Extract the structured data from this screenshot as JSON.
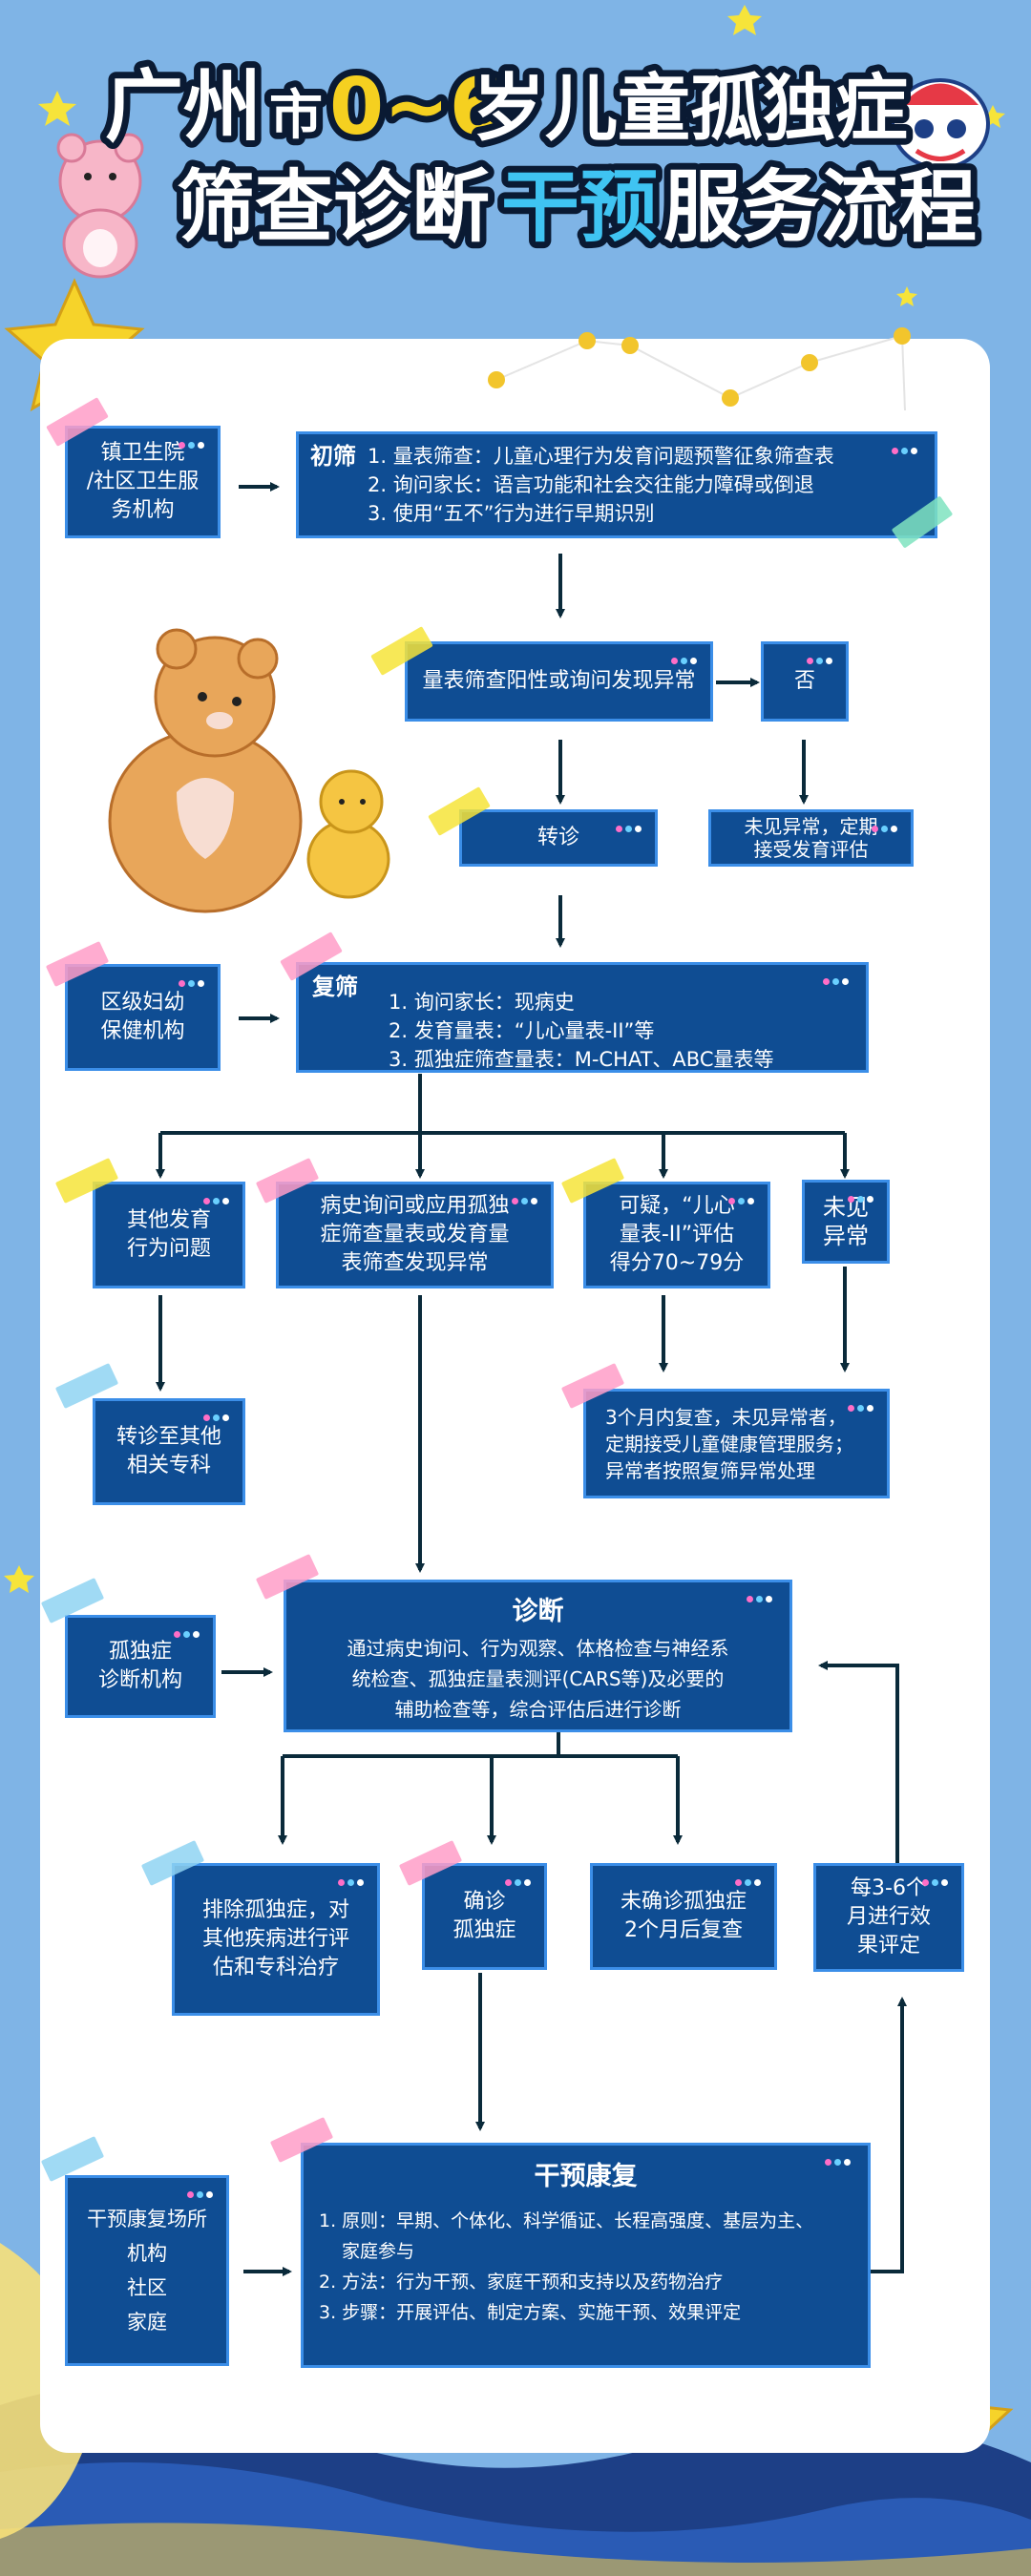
{
  "title": {
    "line1": [
      "广州",
      "市",
      "0~6",
      "岁儿童孤独症"
    ],
    "line2": [
      "筛查诊断",
      "干预",
      "服务流程"
    ]
  },
  "colors": {
    "box": "#0f4d93",
    "border": "#3b8ee8",
    "arrow": "#0a2a3a",
    "title_yellow": "#f5d020",
    "title_cyan": "#3fc4f2",
    "background": "#7fb4e6"
  },
  "stages": {
    "screen1": {
      "org": [
        "镇卫生院",
        "/社区卫生服",
        "务机构"
      ],
      "label": "初筛",
      "items": [
        "1. 量表筛查：儿童心理行为发育问题预警征象筛查表",
        "2. 询问家长：语言功能和社会交往能力障碍或倒退",
        "3. 使用“五不”行为进行早期识别"
      ]
    },
    "decision1": {
      "positive": "量表筛查阳性或询问发现异常",
      "no": "否",
      "refer": "转诊",
      "normal": [
        "未见异常，定期",
        "接受发育评估"
      ]
    },
    "screen2": {
      "org": [
        "区级妇幼",
        "保健机构"
      ],
      "label": "复筛",
      "items": [
        "1. 询问家长：现病史",
        "2. 发育量表：“儿心量表-II”等",
        "3. 孤独症筛查量表：M-CHAT、ABC量表等"
      ]
    },
    "branch2": {
      "other": [
        "其他发育",
        "行为问题"
      ],
      "suspect": [
        "病史询问或应用孤独",
        "症筛查量表或发育量",
        "表筛查发现异常"
      ],
      "doubtful": [
        "可疑，“儿心",
        "量表-II”评估",
        "得分70~79分"
      ],
      "none": [
        "未见",
        "异常"
      ],
      "refer_other": [
        "转诊至其他",
        "相关专科"
      ],
      "recheck": [
        "3个月内复查，未见异常者，",
        "定期接受儿童健康管理服务；",
        "异常者按照复筛异常处理"
      ]
    },
    "diagnosis": {
      "org": [
        "孤独症",
        "诊断机构"
      ],
      "label": "诊断",
      "text": [
        "通过病史询问、行为观察、体格检查与神经系",
        "统检查、孤独症量表测评(CARS等)及必要的",
        "辅助检查等，综合评估后进行诊断"
      ]
    },
    "branch3": {
      "exclude": [
        "排除孤独症，对",
        "其他疾病进行评",
        "估和专科治疗"
      ],
      "confirmed": [
        "确诊",
        "孤独症"
      ],
      "unconfirmed": [
        "未确诊孤独症",
        "2个月后复查"
      ],
      "evaluate": [
        "每3-6个",
        "月进行效",
        "果评定"
      ]
    },
    "rehab": {
      "org": [
        "干预康复场所",
        "机构",
        "社区",
        "家庭"
      ],
      "label": "干预康复",
      "items": [
        "1. 原则：早期、个体化、科学循证、长程高强度、基层为主、",
        "家庭参与",
        "2. 方法：行为干预、家庭干预和支持以及药物治疗",
        "3. 步骤：开展评估、制定方案、实施干预、效果评定"
      ]
    }
  }
}
